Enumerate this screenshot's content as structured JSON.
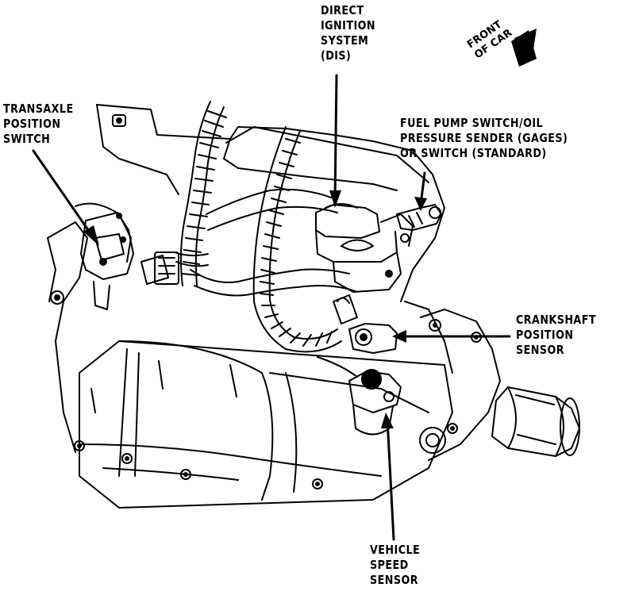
{
  "labels": {
    "dis": [
      "DIRECT",
      "IGNITION",
      "SYSTEM",
      "(DIS)"
    ],
    "transaxle": [
      "TRANSAXLE",
      "POSITION",
      "SWITCH"
    ],
    "fuel_pump": [
      "FUEL PUMP SWITCH/OIL",
      "PRESSURE SENDER (GAGES)",
      "OR  SWITCH (STANDARD)"
    ],
    "crankshaft": [
      "CRANKSHAFT",
      "POSITION",
      "SENSOR"
    ],
    "vss": [
      "VEHICLE",
      "SPEED",
      "SENSOR"
    ],
    "front": [
      "FRONT",
      "OF CAR"
    ]
  },
  "colors": {
    "ink": "#000000",
    "paper": "#ffffff"
  }
}
